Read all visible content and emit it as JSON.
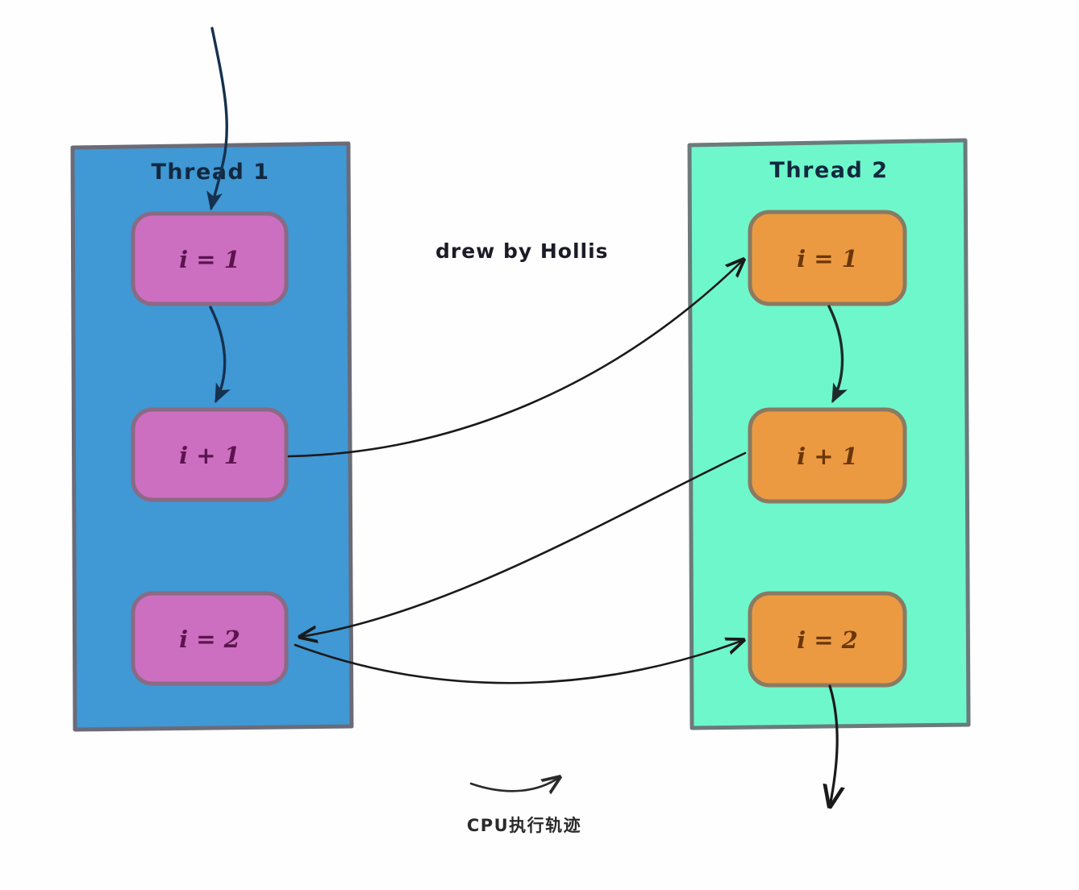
{
  "diagram": {
    "title_annotation": "drew by Hollis",
    "caption": "CPU执行轨迹",
    "colors": {
      "thread1_panel": "#4098d4",
      "thread1_panel_stroke": "#6b6b78",
      "thread2_panel": "#6ef7cb",
      "thread2_panel_stroke": "#6b7a7a",
      "thread1_node": "#cc6fc0",
      "thread1_node_stroke": "#8a6a84",
      "thread2_node": "#eb9a42",
      "thread2_node_stroke": "#8a7a63",
      "arrow_thread1": "#16314f",
      "arrow_thread2": "#1d2b2b",
      "arrow_cross": "#1a1a1a",
      "background": "#fefefe"
    },
    "threads": [
      {
        "id": "thread1",
        "label": "Thread 1",
        "nodes": [
          {
            "id": "t1-n1",
            "label": "i = 1"
          },
          {
            "id": "t1-n2",
            "label": "i + 1"
          },
          {
            "id": "t1-n3",
            "label": "i = 2"
          }
        ]
      },
      {
        "id": "thread2",
        "label": "Thread 2",
        "nodes": [
          {
            "id": "t2-n1",
            "label": "i = 1"
          },
          {
            "id": "t2-n2",
            "label": "i + 1"
          },
          {
            "id": "t2-n3",
            "label": "i = 2"
          }
        ]
      }
    ],
    "flows": [
      {
        "id": "entry",
        "from": "external",
        "to": "t1-n1"
      },
      {
        "id": "t1-seq-1",
        "from": "t1-n1",
        "to": "t1-n2"
      },
      {
        "id": "cross-1",
        "from": "t1-n2",
        "to": "t2-n1"
      },
      {
        "id": "t2-seq-1",
        "from": "t2-n1",
        "to": "t2-n2"
      },
      {
        "id": "cross-2",
        "from": "t2-n2",
        "to": "t1-n3"
      },
      {
        "id": "cross-3",
        "from": "t1-n3",
        "to": "t2-n3"
      },
      {
        "id": "exit",
        "from": "t2-n3",
        "to": "external"
      }
    ]
  }
}
